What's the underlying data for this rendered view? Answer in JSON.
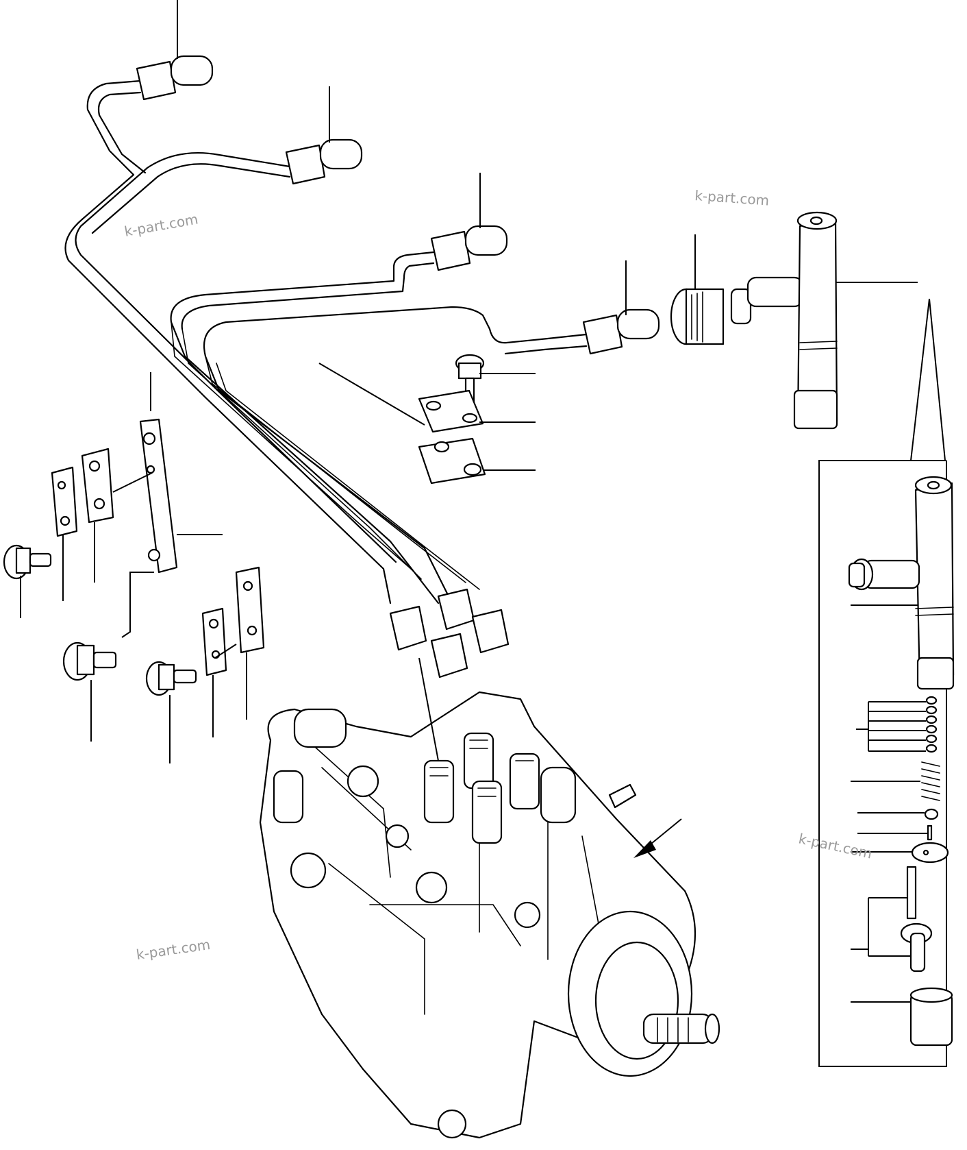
{
  "watermarks": [
    "k-part.com",
    "k-part.com",
    "k-part.com",
    "k-part.com"
  ],
  "colors": {
    "line": "#000000",
    "background": "#ffffff",
    "watermark": "#9a9a9a"
  }
}
